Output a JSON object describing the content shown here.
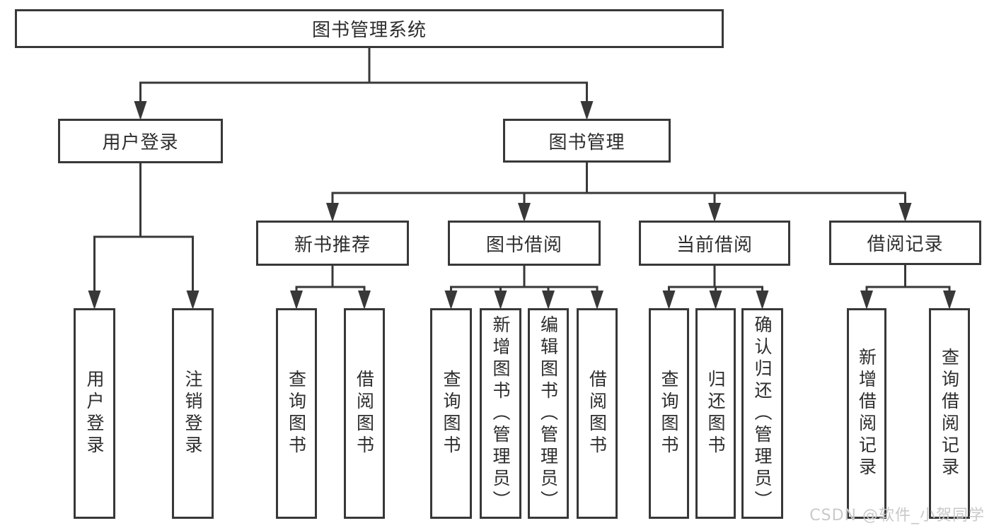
{
  "title": "图书管理系统",
  "colors": {
    "background": "#ffffff",
    "line": "#383838",
    "box_border": "#383838",
    "box_fill": "#ffffff",
    "text": "#2d2d2d",
    "watermark": "#c9c9c9"
  },
  "watermark": {
    "text": "CSDN @软件_小贺同学"
  },
  "nodes": [
    {
      "id": "root",
      "label": "图书管理系统",
      "level": 1,
      "orientation": "horizontal"
    },
    {
      "id": "user-login",
      "label": "用户登录",
      "level": 2,
      "orientation": "horizontal"
    },
    {
      "id": "book-mgmt",
      "label": "图书管理",
      "level": 2,
      "orientation": "horizontal"
    },
    {
      "id": "new-book-recommend",
      "label": "新书推荐",
      "level": 3,
      "orientation": "horizontal"
    },
    {
      "id": "book-borrow",
      "label": "图书借阅",
      "level": 3,
      "orientation": "horizontal"
    },
    {
      "id": "current-borrow",
      "label": "当前借阅",
      "level": 3,
      "orientation": "horizontal"
    },
    {
      "id": "borrow-record",
      "label": "借阅记录",
      "level": 3,
      "orientation": "horizontal"
    },
    {
      "id": "leaf-user-login",
      "label": "用户登录",
      "level": 4,
      "orientation": "vertical"
    },
    {
      "id": "leaf-logout-login",
      "label": "注销登录",
      "level": 4,
      "orientation": "vertical"
    },
    {
      "id": "leaf-query-book-recommend",
      "label": "查询图书",
      "level": 4,
      "orientation": "vertical"
    },
    {
      "id": "leaf-borrow-book-recommend",
      "label": "借阅图书",
      "level": 4,
      "orientation": "vertical"
    },
    {
      "id": "leaf-query-book-borrow",
      "label": "查询图书",
      "level": 4,
      "orientation": "vertical"
    },
    {
      "id": "leaf-add-book-admin",
      "label": "新增图书（管理员）",
      "level": 4,
      "orientation": "vertical"
    },
    {
      "id": "leaf-edit-book-admin",
      "label": "编辑图书（管理员）",
      "level": 4,
      "orientation": "vertical"
    },
    {
      "id": "leaf-borrow-book-borrow",
      "label": "借阅图书",
      "level": 4,
      "orientation": "vertical"
    },
    {
      "id": "leaf-query-book-current",
      "label": "查询图书",
      "level": 4,
      "orientation": "vertical"
    },
    {
      "id": "leaf-return-book",
      "label": "归还图书",
      "level": 4,
      "orientation": "vertical"
    },
    {
      "id": "leaf-confirm-return-admin",
      "label": "确认归还（管理员）",
      "level": 4,
      "orientation": "vertical"
    },
    {
      "id": "leaf-add-borrow-record",
      "label": "新增借阅记录",
      "level": 4,
      "orientation": "vertical"
    },
    {
      "id": "leaf-query-borrow-record",
      "label": "查询借阅记录",
      "level": 4,
      "orientation": "vertical"
    }
  ],
  "hierarchy": [
    {
      "parent": "图书管理系统",
      "children": [
        "用户登录",
        "图书管理"
      ]
    },
    {
      "parent": "用户登录",
      "children": [
        "用户登录",
        "注销登录"
      ]
    },
    {
      "parent": "图书管理",
      "children": [
        "新书推荐",
        "图书借阅",
        "当前借阅",
        "借阅记录"
      ]
    },
    {
      "parent": "新书推荐",
      "children": [
        "查询图书",
        "借阅图书"
      ]
    },
    {
      "parent": "图书借阅",
      "children": [
        "查询图书",
        "新增图书（管理员）",
        "编辑图书（管理员）",
        "借阅图书"
      ]
    },
    {
      "parent": "当前借阅",
      "children": [
        "查询图书",
        "归还图书",
        "确认归还（管理员）"
      ]
    },
    {
      "parent": "借阅记录",
      "children": [
        "新增借阅记录",
        "查询借阅记录"
      ]
    }
  ]
}
